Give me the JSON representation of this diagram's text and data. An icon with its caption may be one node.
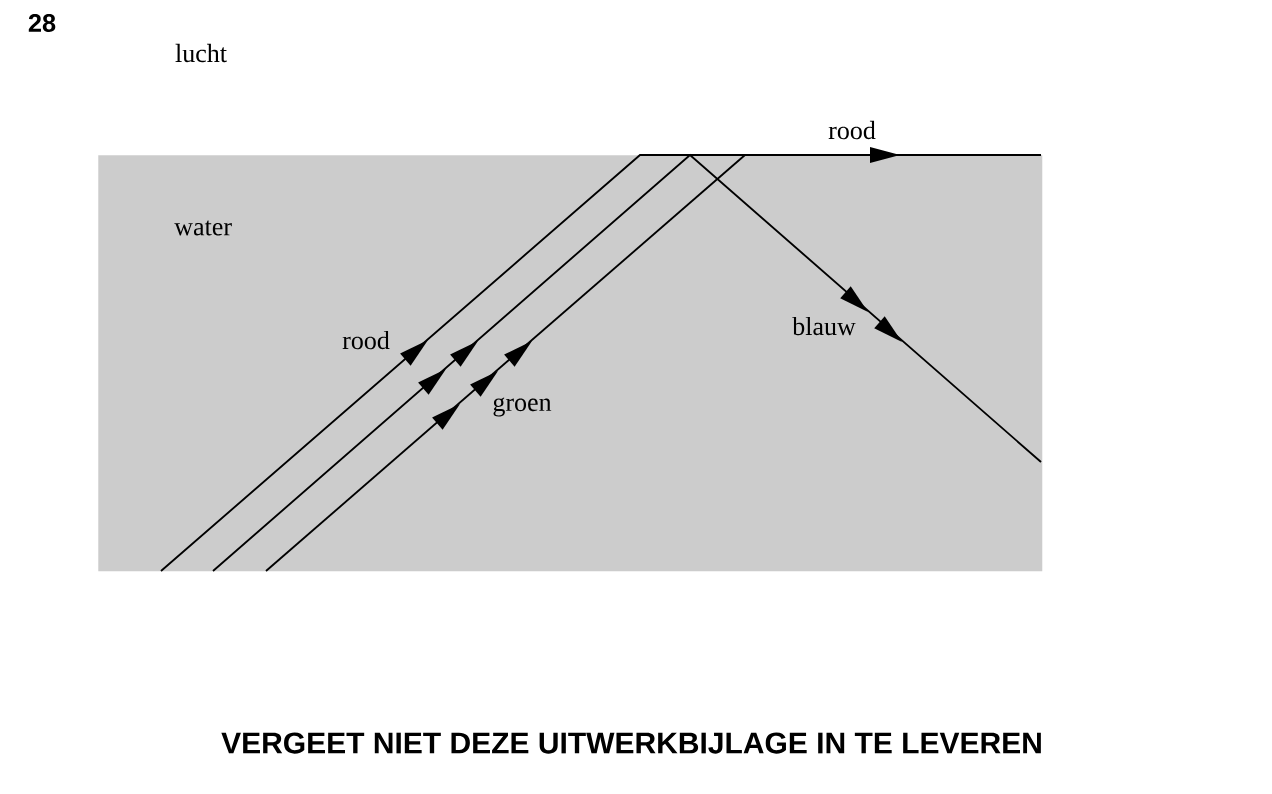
{
  "diagram": {
    "nodes": [
      {
        "text": [
          "water"
        ]
      }
    ],
    "labels": [
      "28",
      "lucht",
      "rood",
      "blauw",
      "rood",
      "groen",
      "VERGEET NIET DEZE UITWERKBIJLAGE IN TE LEVEREN"
    ]
  }
}
